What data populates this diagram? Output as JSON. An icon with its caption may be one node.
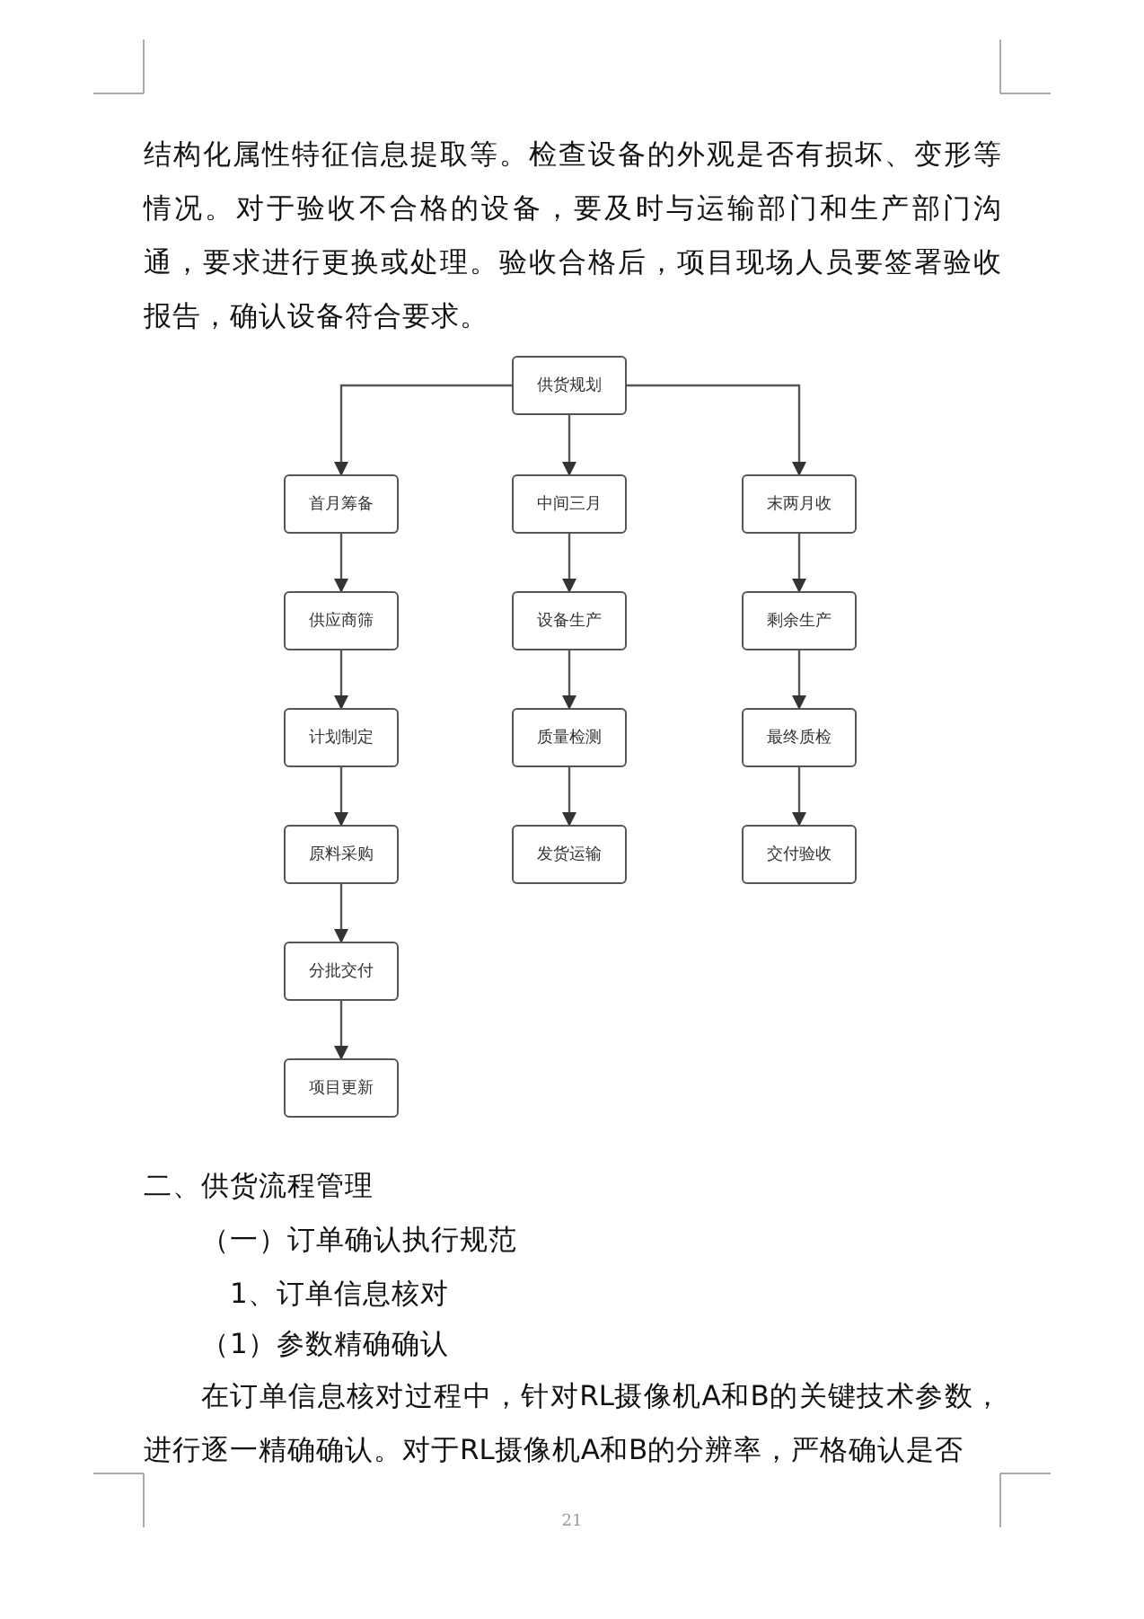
{
  "diagram": {
    "nodes": [
      {
        "text": [
          "供货规划"
        ]
      },
      {
        "text": [
          "首月筹备"
        ]
      },
      {
        "text": [
          "供应商筛"
        ]
      },
      {
        "text": [
          "计划制定"
        ]
      },
      {
        "text": [
          "原料采购"
        ]
      },
      {
        "text": [
          "分批交付"
        ]
      },
      {
        "text": [
          "项目更新"
        ]
      },
      {
        "text": [
          "中间三月"
        ]
      },
      {
        "text": [
          "设备生产"
        ]
      },
      {
        "text": [
          "质量检测"
        ]
      },
      {
        "text": [
          "发货运输"
        ]
      },
      {
        "text": [
          "末两月收"
        ]
      },
      {
        "text": [
          "剩余生产"
        ]
      },
      {
        "text": [
          "最终质检"
        ]
      },
      {
        "text": [
          "交付验收"
        ]
      }
    ],
    "edges": [
      {
        "from": 0,
        "to": 1,
        "arrow": "to"
      },
      {
        "from": 1,
        "to": 2,
        "arrow": "to"
      },
      {
        "from": 2,
        "to": 3,
        "arrow": "to"
      },
      {
        "from": 3,
        "to": 4,
        "arrow": "to"
      },
      {
        "from": 4,
        "to": 5,
        "arrow": "to"
      },
      {
        "from": 5,
        "to": 6,
        "arrow": "to"
      },
      {
        "from": 0,
        "to": 7,
        "arrow": "to"
      },
      {
        "from": 7,
        "to": 8,
        "arrow": "to"
      },
      {
        "from": 8,
        "to": 9,
        "arrow": "to"
      },
      {
        "from": 9,
        "to": 10,
        "arrow": "to"
      },
      {
        "from": 0,
        "to": 11,
        "arrow": "to"
      },
      {
        "from": 11,
        "to": 12,
        "arrow": "to"
      },
      {
        "from": 12,
        "to": 13,
        "arrow": "to"
      },
      {
        "from": 13,
        "to": 14,
        "arrow": "to"
      }
    ],
    "labels": [
      "结构化属性特征信息提取等。检查设备的外观是否有损坏、变形等情况。对于验收不合格的设备，要及时与运输部门和生产部门沟通，要求进行更换或处理。验收合格后，项目现场人员要签署验收报告，确认设备符合要求。",
      "二、供货流程管理",
      "（一）订单确认执行规范",
      "1、订单信息核对",
      "（1）参数精确确认",
      "在订单信息核对过程中，针对RL摄像机A和B的关键技术参数，进行逐一精确确认。对于RL摄像机A和B的分辨率，严格确认是否",
      "21"
    ]
  }
}
